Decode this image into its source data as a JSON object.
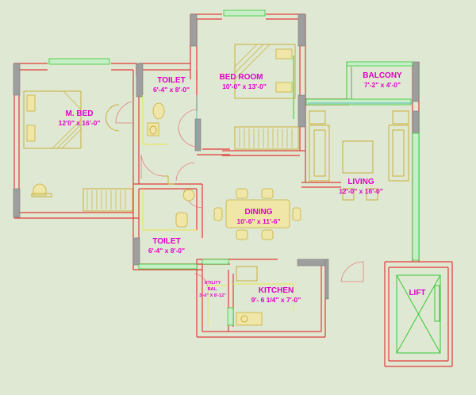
{
  "title": "",
  "rooms": {
    "m_bed": {
      "name": "M. BED",
      "size": "12'0\" x 16'-0\""
    },
    "toilet_1": {
      "name": "TOILET",
      "size": "6'-4\" x 8'-0\""
    },
    "bedroom": {
      "name": "BED ROOM",
      "size": "10'-0\" x 13'-0\""
    },
    "balcony": {
      "name": "BALCONY",
      "size": "7'-2\" x 4'-0\""
    },
    "living": {
      "name": "LIVING",
      "size": "12'-0\" x 16'-0\""
    },
    "dining": {
      "name": "DINING",
      "size": "10'-6\" x 11'-6\""
    },
    "toilet_2": {
      "name": "TOILET",
      "size": "6'-4\" x 8'-0\""
    },
    "kitchen": {
      "name": "KITCHEN",
      "size": "9'- 6 1/4\" x 7'-0\""
    },
    "utility": {
      "name": "UTILITY",
      "name2": "BAL.",
      "size": "3'-0\" X 8'-12\""
    },
    "lift": {
      "name": "LIFT"
    }
  },
  "colors": {
    "background": "#dfe8d2",
    "wall": "#e23b3b",
    "window": "#35c935",
    "label": "#e000c8",
    "furniture": "#c9b03a"
  }
}
